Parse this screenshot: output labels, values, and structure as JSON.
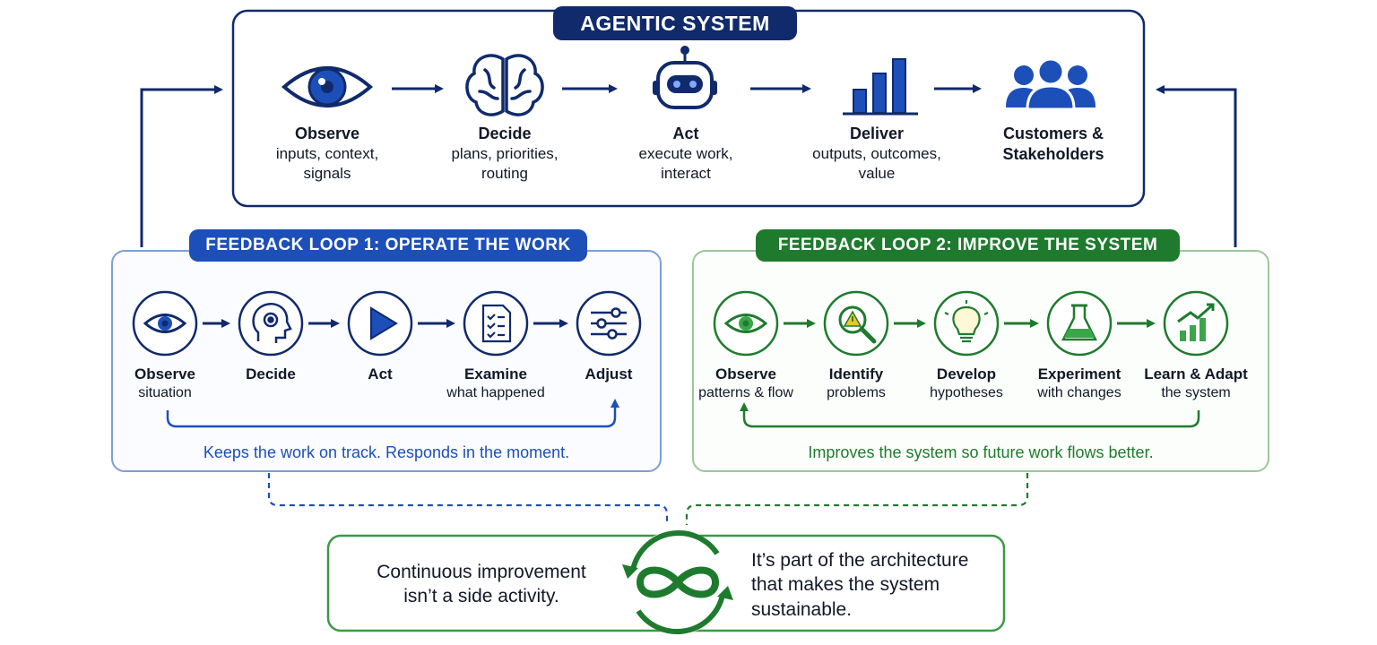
{
  "colors": {
    "navy": "#102a6b",
    "blue": "#1d4fb8",
    "green": "#1e7b2e",
    "lightblue": "#5b86c9",
    "lightgreen": "#8cc08a"
  },
  "agentic": {
    "title": "AGENTIC SYSTEM",
    "steps": [
      {
        "icon": "eye-icon",
        "label": "Observe",
        "sub1": "inputs, context,",
        "sub2": "signals"
      },
      {
        "icon": "brain-icon",
        "label": "Decide",
        "sub1": "plans, priorities,",
        "sub2": "routing"
      },
      {
        "icon": "robot-icon",
        "label": "Act",
        "sub1": "execute work,",
        "sub2": "interact"
      },
      {
        "icon": "bar-chart-icon",
        "label": "Deliver",
        "sub1": "outputs, outcomes,",
        "sub2": "value"
      },
      {
        "icon": "people-icon",
        "label": "Customers &",
        "sub1": "Stakeholders",
        "sub2": ""
      }
    ]
  },
  "loop1": {
    "title": "FEEDBACK LOOP 1: OPERATE THE WORK",
    "steps": [
      {
        "icon": "eye-icon",
        "label": "Observe",
        "sub": "situation"
      },
      {
        "icon": "head-gear-icon",
        "label": "Decide",
        "sub": ""
      },
      {
        "icon": "play-icon",
        "label": "Act",
        "sub": ""
      },
      {
        "icon": "checklist-icon",
        "label": "Examine",
        "sub": "what happened"
      },
      {
        "icon": "sliders-icon",
        "label": "Adjust",
        "sub": ""
      }
    ],
    "caption": "Keeps the work on track. Responds in the moment."
  },
  "loop2": {
    "title": "FEEDBACK LOOP 2: IMPROVE THE SYSTEM",
    "steps": [
      {
        "icon": "eye-icon",
        "label": "Observe",
        "sub": "patterns & flow"
      },
      {
        "icon": "magnifier-warning-icon",
        "label": "Identify",
        "sub": "problems"
      },
      {
        "icon": "lightbulb-icon",
        "label": "Develop",
        "sub": "hypotheses"
      },
      {
        "icon": "flask-icon",
        "label": "Experiment",
        "sub": "with changes"
      },
      {
        "icon": "growth-chart-icon",
        "label": "Learn & Adapt",
        "sub": "the system"
      }
    ],
    "caption": "Improves the system so future work flows better."
  },
  "bottom": {
    "left1": "Continuous improvement",
    "left2": "isn’t a side activity.",
    "right1": "It’s part of the architecture",
    "right2": "that makes the system",
    "right3": "sustainable.",
    "icon": "infinity-icon"
  }
}
